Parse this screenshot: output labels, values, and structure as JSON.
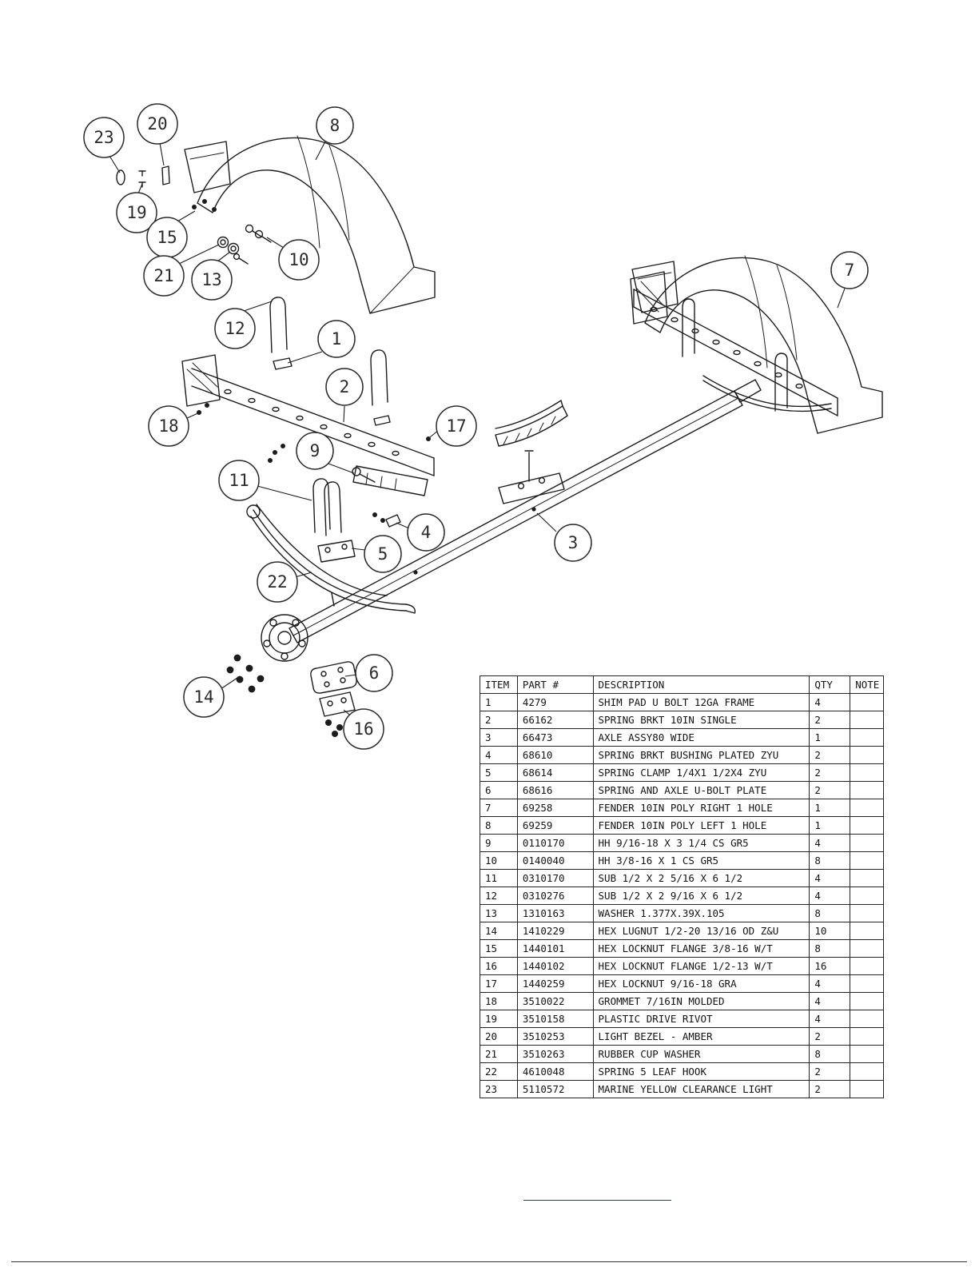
{
  "page": {
    "background": "#ffffff",
    "line_color": "#1c1c1c",
    "link_color": "#2b2bd6"
  },
  "drawing": {
    "description": "Exploded assembly diagram of trailer axle with leaf springs, hub and two poly fenders",
    "callouts": [
      "23",
      "20",
      "8",
      "19",
      "15",
      "21",
      "13",
      "10",
      "12",
      "1",
      "2",
      "18",
      "17",
      "9",
      "11",
      "4",
      "5",
      "22",
      "3",
      "6",
      "14",
      "16",
      "7"
    ]
  },
  "table": {
    "headers": [
      "ITEM",
      "PART #",
      "DESCRIPTION",
      "QTY",
      "NOTE"
    ],
    "rows": [
      [
        "1",
        "4279",
        "SHIM PAD  U BOLT 12GA FRAME",
        "4",
        ""
      ],
      [
        "2",
        "66162",
        "SPRING BRKT  10IN SINGLE",
        "2",
        ""
      ],
      [
        "3",
        "66473",
        "AXLE ASSY80 WIDE",
        "1",
        ""
      ],
      [
        "4",
        "68610",
        "SPRING BRKT BUSHING PLATED ZYU",
        "2",
        ""
      ],
      [
        "5",
        "68614",
        "SPRING CLAMP   1/4X1 1/2X4  ZYU",
        "2",
        ""
      ],
      [
        "6",
        "68616",
        "SPRING AND AXLE U-BOLT PLATE",
        "2",
        ""
      ],
      [
        "7",
        "69258",
        "FENDER  10IN POLY RIGHT 1 HOLE",
        "1",
        ""
      ],
      [
        "8",
        "69259",
        "FENDER  10IN POLY LEFT 1 HOLE",
        "1",
        ""
      ],
      [
        "9",
        "0110170",
        "HH 9/16-18 X 3 1/4 CS GR5",
        "4",
        ""
      ],
      [
        "10",
        "0140040",
        "HH 3/8-16 X 1 CS GR5",
        "8",
        ""
      ],
      [
        "11",
        "0310170",
        "SUB 1/2 X 2 5/16 X 6 1/2",
        "4",
        ""
      ],
      [
        "12",
        "0310276",
        "SUB 1/2 X 2 9/16 X 6 1/2",
        "4",
        ""
      ],
      [
        "13",
        "1310163",
        "WASHER 1.377X.39X.105",
        "8",
        ""
      ],
      [
        "14",
        "1410229",
        "HEX LUGNUT 1/2-20 13/16 OD Z&U",
        "10",
        ""
      ],
      [
        "15",
        "1440101",
        "HEX LOCKNUT FLANGE 3/8-16 W/T",
        "8",
        ""
      ],
      [
        "16",
        "1440102",
        "HEX LOCKNUT FLANGE 1/2-13 W/T",
        "16",
        ""
      ],
      [
        "17",
        "1440259",
        "HEX LOCKNUT 9/16-18 GRA",
        "4",
        ""
      ],
      [
        "18",
        "3510022",
        "GROMMET  7/16IN MOLDED",
        "4",
        ""
      ],
      [
        "19",
        "3510158",
        "PLASTIC DRIVE RIVOT",
        "4",
        ""
      ],
      [
        "20",
        "3510253",
        "LIGHT BEZEL - AMBER",
        "2",
        ""
      ],
      [
        "21",
        "3510263",
        "RUBBER CUP WASHER",
        "8",
        ""
      ],
      [
        "22",
        "4610048",
        "SPRING  5 LEAF HOOK",
        "2",
        ""
      ],
      [
        "23",
        "5110572",
        "MARINE YELLOW CLEARANCE LIGHT",
        "2",
        ""
      ]
    ]
  }
}
